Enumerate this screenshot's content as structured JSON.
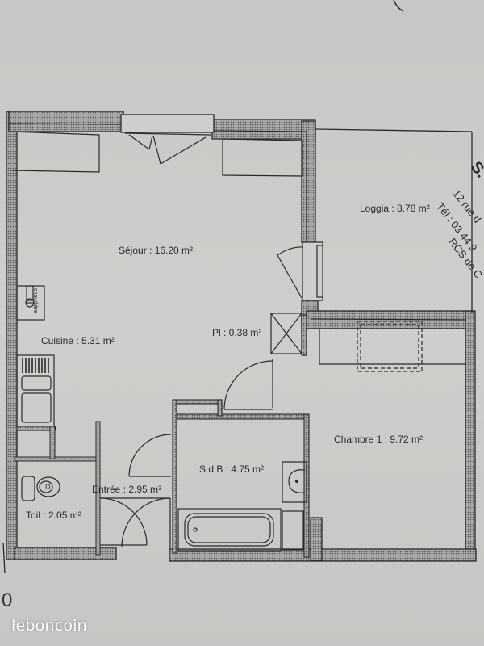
{
  "plan": {
    "rooms": [
      {
        "id": "sejour",
        "label": "Séjour : 16.20 m²"
      },
      {
        "id": "loggia",
        "label": "Loggia : 8.78 m²"
      },
      {
        "id": "cuisine",
        "label": "Cuisine : 5.31 m²"
      },
      {
        "id": "placard",
        "label": "Pl : 0.38 m²"
      },
      {
        "id": "chambre1",
        "label": "Chambre 1 : 9.72 m²"
      },
      {
        "id": "sdb",
        "label": "S d B : 4.75 m²"
      },
      {
        "id": "entree",
        "label": "Entrée : 2.95 m²"
      },
      {
        "id": "toilettes",
        "label": "Toil : 2.05 m²"
      }
    ],
    "fixtures": {
      "boiler_label": "chaudière",
      "toilet_glyph": "D"
    },
    "stamp": {
      "company": "S.",
      "address": "12 rue d",
      "phone": "Tél : 03 44 9",
      "rcs": "RCS de C"
    },
    "margin_mark": "0",
    "colors": {
      "paper": "#c9cbc8",
      "wall_fill": "#8d8f8c",
      "line": "#2a2a2a"
    }
  },
  "watermark": {
    "brand": "leboncoin"
  }
}
